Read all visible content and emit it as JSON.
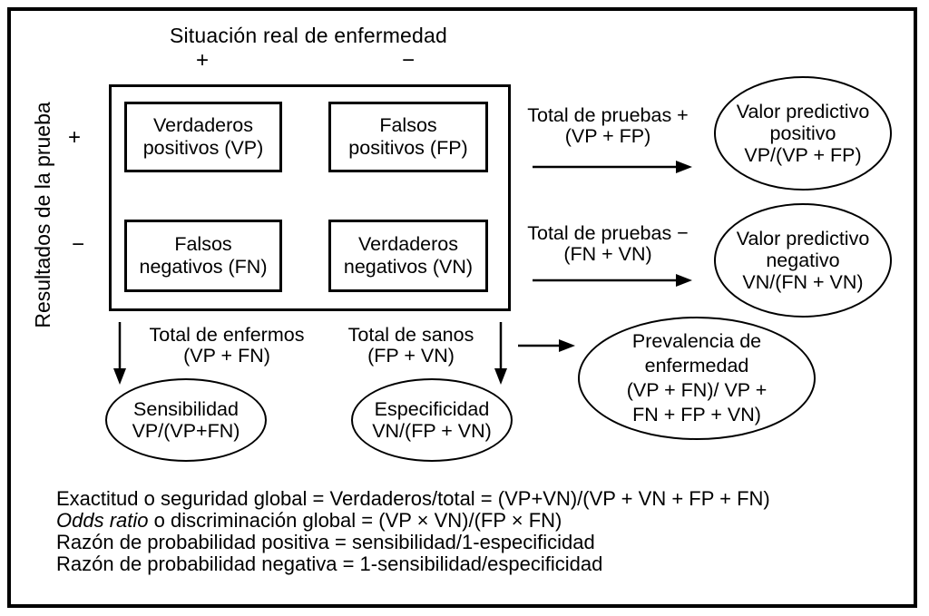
{
  "matrix": {
    "top_axis": {
      "title": "Situación real de enfermedad",
      "plus": "+",
      "minus": "−"
    },
    "left_axis": {
      "title": "Resultados de la prueba",
      "plus": "+",
      "minus": "−"
    },
    "cells": {
      "vp": [
        "Verdaderos",
        "positivos (VP)"
      ],
      "fp": [
        "Falsos",
        "positivos (FP)"
      ],
      "fn": [
        "Falsos",
        "negativos (FN)"
      ],
      "vn": [
        "Verdaderos",
        "negativos (VN)"
      ]
    }
  },
  "flows": {
    "pruebas_pos": {
      "label": [
        "Total de pruebas +",
        "(VP + FP)"
      ],
      "ellipse": [
        "Valor predictivo",
        "positivo",
        "VP/(VP + FP)"
      ]
    },
    "pruebas_neg": {
      "label": [
        "Total de pruebas −",
        "(FN + VN)"
      ],
      "ellipse": [
        "Valor predictivo",
        "negativo",
        "VN/(FN + VN)"
      ]
    },
    "enfermos": {
      "label": [
        "Total de enfermos",
        "(VP + FN)"
      ],
      "ellipse": [
        "Sensibilidad",
        "VP/(VP+FN)"
      ]
    },
    "sanos": {
      "label": [
        "Total de sanos",
        "(FP + VN)"
      ],
      "ellipse": [
        "Especificidad",
        "VN/(FP + VN)"
      ]
    },
    "prevalencia": {
      "ellipse": [
        "Prevalencia de",
        "enfermedad",
        "(VP + FN)/ VP +",
        "FN + FP + VN)"
      ]
    }
  },
  "formulas": {
    "line1": "Exactitud o seguridad global = Verdaderos/total = (VP+VN)/(VP + VN + FP + FN)",
    "line2_italic": "Odds ratio",
    "line2_rest": " o discriminación global = (VP × VN)/(FP × FN)",
    "line3": "Razón de probabilidad positiva = sensibilidad/1-especificidad",
    "line4": "Razón de probabilidad negativa = 1-sensibilidad/especificidad"
  },
  "colors": {
    "ink": "#000000",
    "background": "#ffffff"
  }
}
